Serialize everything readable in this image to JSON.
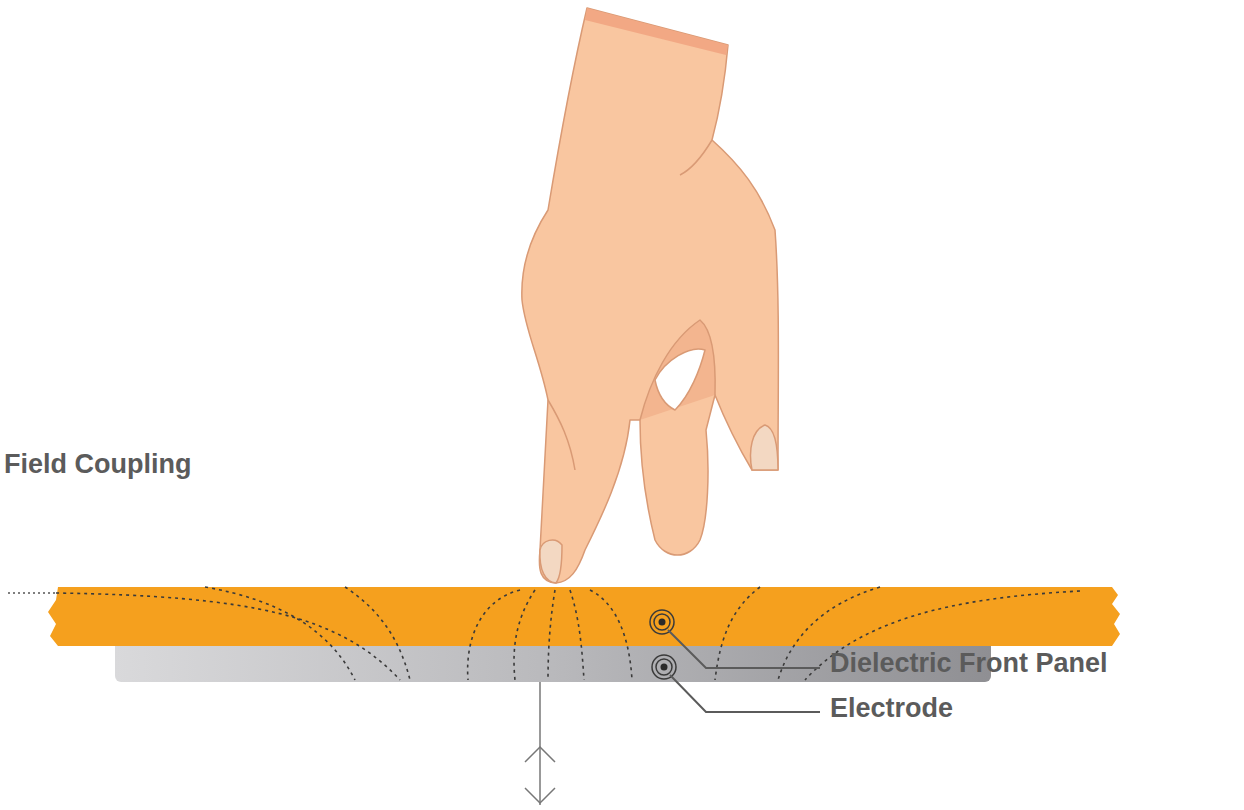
{
  "diagram": {
    "labels": [
      "Field Coupling",
      "Dielectric Front Panel",
      "Electrode"
    ]
  }
}
